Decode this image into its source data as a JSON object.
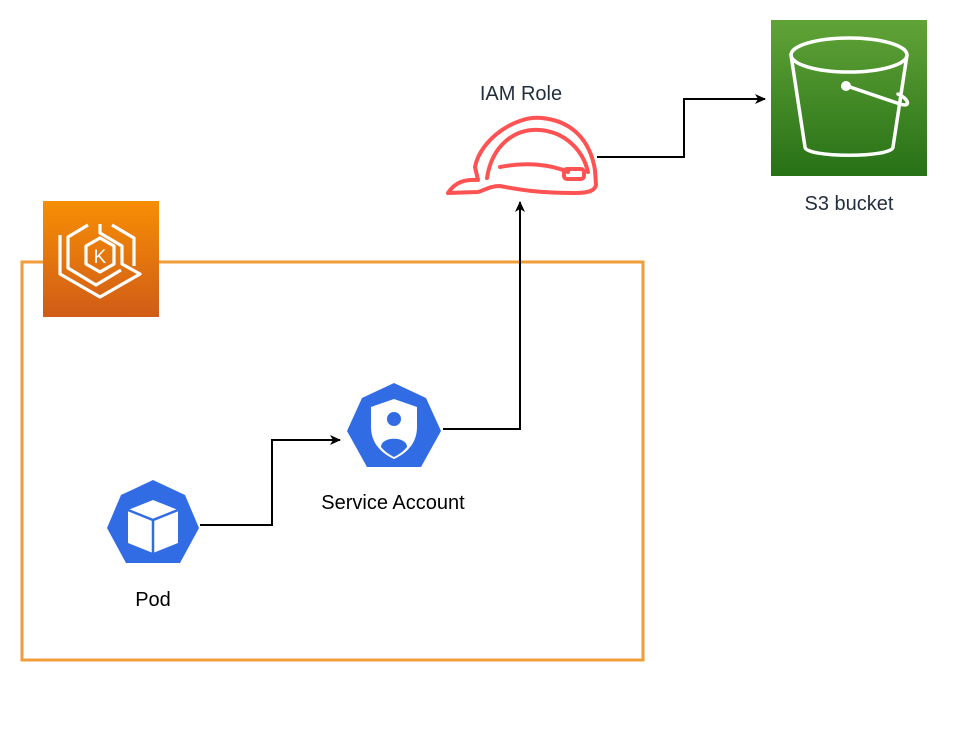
{
  "diagram": {
    "type": "architecture",
    "nodes": [
      {
        "id": "eks",
        "label": "",
        "icon": "eks-kubernetes-icon",
        "color": "#ed7100"
      },
      {
        "id": "pod",
        "label": "Pod",
        "icon": "k8s-pod-icon",
        "color": "#326ce5"
      },
      {
        "id": "sa",
        "label": "Service Account",
        "icon": "k8s-service-account-icon",
        "color": "#326ce5"
      },
      {
        "id": "iam",
        "label": "IAM Role",
        "icon": "iam-role-hardhat-icon",
        "color": "#ff5252"
      },
      {
        "id": "s3",
        "label": "S3 bucket",
        "icon": "s3-bucket-icon",
        "color": "#3f8624"
      }
    ],
    "edges": [
      {
        "from": "pod",
        "to": "sa"
      },
      {
        "from": "sa",
        "to": "iam"
      },
      {
        "from": "iam",
        "to": "s3"
      }
    ],
    "groups": [
      {
        "id": "eks-cluster",
        "label": "",
        "contains": [
          "pod",
          "sa"
        ],
        "border_color": "#f19e39"
      }
    ]
  },
  "labels": {
    "pod": "Pod",
    "service_account": "Service Account",
    "iam_role": "IAM Role",
    "s3_bucket": "S3 bucket"
  }
}
